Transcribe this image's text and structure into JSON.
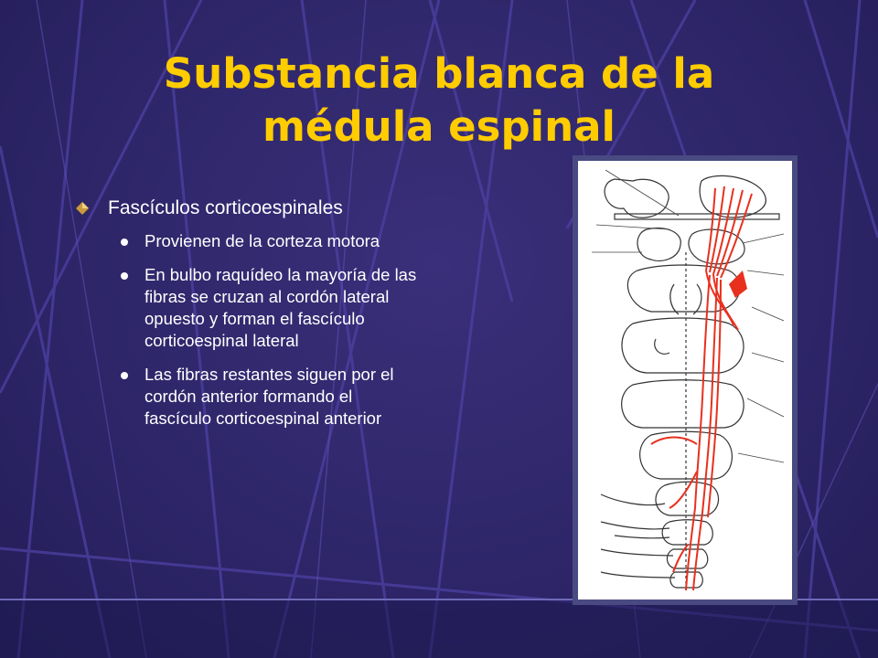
{
  "title": "Substancia blanca de la médula espinal",
  "bullets": {
    "heading": "Fascículos corticoespinales",
    "items": [
      "Provienen de la corteza motora",
      "En bulbo raquídeo la mayoría de las fibras se cruzan al cordón lateral opuesto y forman el fascículo corticoespinal lateral",
      "Las fibras restantes siguen por el cordón anterior formando el fascículo corticoespinal anterior"
    ]
  },
  "colors": {
    "background": "#2e2669",
    "title": "#ffcc00",
    "text": "#ffffff",
    "figure_frame": "#4a4a82",
    "tract_red": "#e8301e"
  },
  "icons": {
    "level1_bullet": "diamond-bullet-icon",
    "level2_bullet": "dot-bullet-icon"
  }
}
